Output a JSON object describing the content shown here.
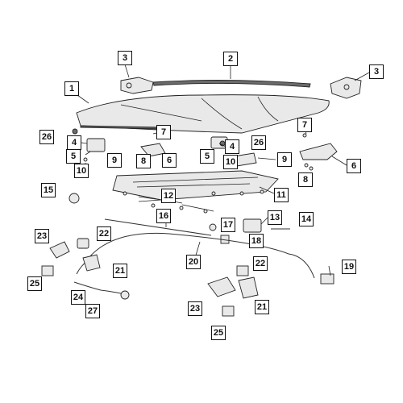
{
  "diagram": {
    "callouts": {
      "c1": "1",
      "c2": "2",
      "c3a": "3",
      "c3b": "3",
      "c4a": "4",
      "c4b": "4",
      "c5a": "5",
      "c5b": "5",
      "c6a": "6",
      "c6b": "6",
      "c7a": "7",
      "c7b": "7",
      "c8a": "8",
      "c8b": "8",
      "c9a": "9",
      "c9b": "9",
      "c10a": "10",
      "c10b": "10",
      "c11": "11",
      "c12": "12",
      "c13": "13",
      "c14": "14",
      "c15": "15",
      "c16": "16",
      "c17": "17",
      "c18": "18",
      "c19": "19",
      "c20": "20",
      "c21a": "21",
      "c21b": "21",
      "c22a": "22",
      "c22b": "22",
      "c23a": "23",
      "c23b": "23",
      "c24": "24",
      "c25a": "25",
      "c25b": "25",
      "c26a": "26",
      "c26b": "26",
      "c27": "27"
    }
  }
}
